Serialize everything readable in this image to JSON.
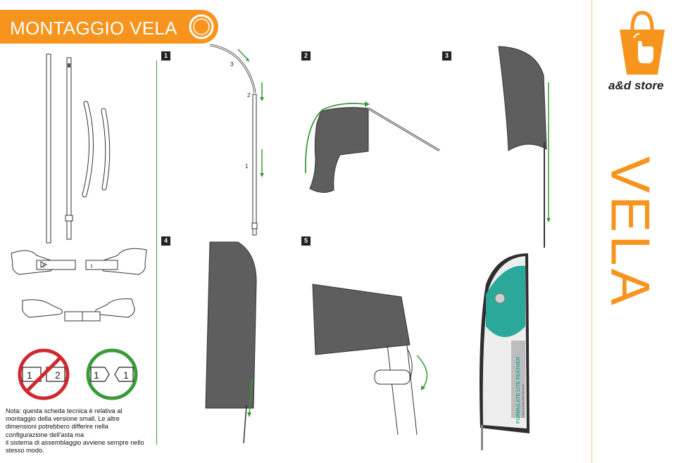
{
  "header": {
    "title": "MONTAGGIO VELA"
  },
  "steps": [
    "1",
    "2",
    "3",
    "4",
    "5"
  ],
  "step1_labels": [
    "3",
    "2",
    "1"
  ],
  "connector_labels": {
    "male": "1",
    "female": "1",
    "wrong_left": "1",
    "wrong_right": "2",
    "right_left": "1",
    "right_right": "1"
  },
  "note": {
    "lines": [
      "Nota: questa scheda tecnica è relativa al",
      "montaggio della versione small. Le altre",
      "dimensioni potrebbero differire nella",
      "configurazione dell'asta ma",
      "il sistema di assemblaggio avviene sempre nello",
      "stesso modo."
    ]
  },
  "brand": {
    "name": "a&d store"
  },
  "side_title": "VELA",
  "product_flag": {
    "line1": "FORMULATE LITE FEATHER",
    "line2": "Lorem ipsum dolor sit amet"
  },
  "colors": {
    "accent": "#f7941d",
    "green": "#3a9a3a",
    "red": "#d0282e",
    "flag_gray": "#5e5e5e",
    "teal": "#2aa89a"
  }
}
